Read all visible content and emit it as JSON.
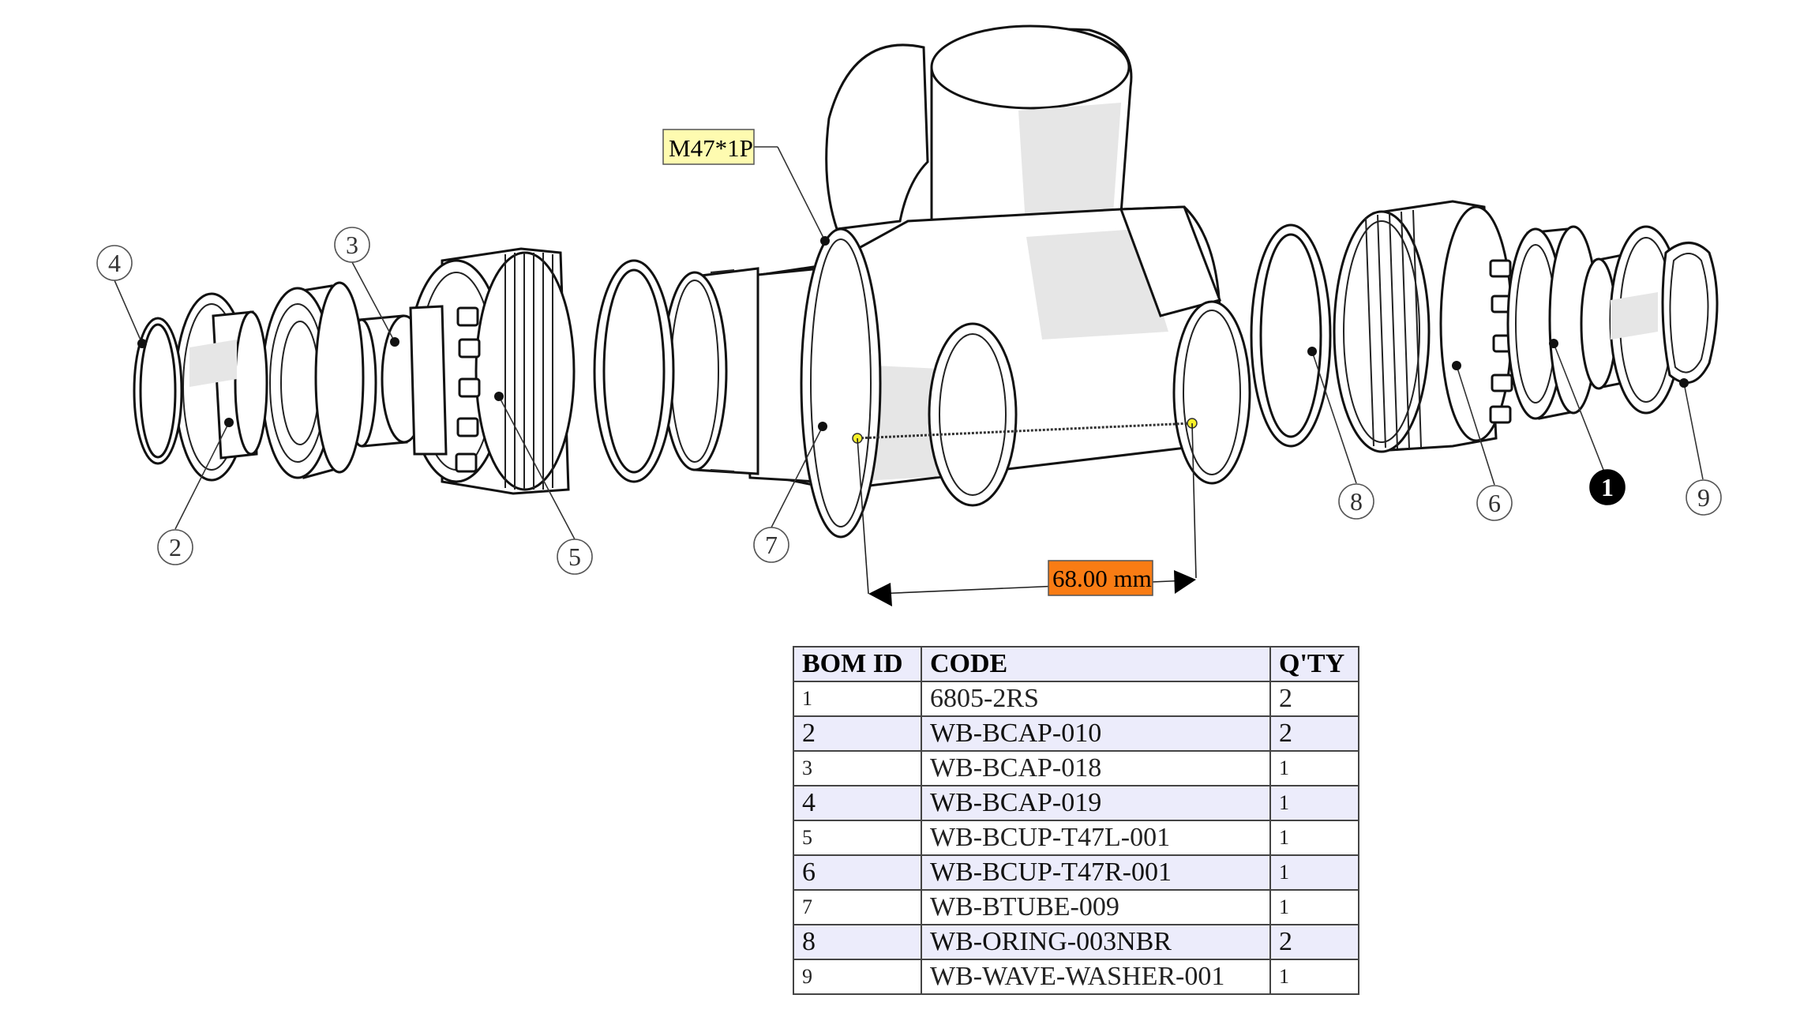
{
  "annotations": {
    "thread_label": "M47*1P",
    "dimension_label": "68.00 mm"
  },
  "balloons": [
    {
      "id": "4",
      "filled": false
    },
    {
      "id": "2",
      "filled": false
    },
    {
      "id": "3",
      "filled": false
    },
    {
      "id": "5",
      "filled": false
    },
    {
      "id": "7",
      "filled": false
    },
    {
      "id": "8",
      "filled": false
    },
    {
      "id": "6",
      "filled": false
    },
    {
      "id": "1",
      "filled": true
    },
    {
      "id": "9",
      "filled": false
    }
  ],
  "bom": {
    "headers": [
      "BOM ID",
      "CODE",
      "Q'TY"
    ],
    "rows": [
      {
        "id": "1",
        "code": "6805-2RS",
        "qty": "2"
      },
      {
        "id": "2",
        "code": "WB-BCAP-010",
        "qty": "2"
      },
      {
        "id": "3",
        "code": "WB-BCAP-018",
        "qty": "1"
      },
      {
        "id": "4",
        "code": "WB-BCAP-019",
        "qty": "1"
      },
      {
        "id": "5",
        "code": "WB-BCUP-T47L-001",
        "qty": "1"
      },
      {
        "id": "6",
        "code": "WB-BCUP-T47R-001",
        "qty": "1"
      },
      {
        "id": "7",
        "code": "WB-BTUBE-009",
        "qty": "1"
      },
      {
        "id": "8",
        "code": "WB-ORING-003NBR",
        "qty": "2"
      },
      {
        "id": "9",
        "code": "WB-WAVE-WASHER-001",
        "qty": "1"
      }
    ]
  }
}
